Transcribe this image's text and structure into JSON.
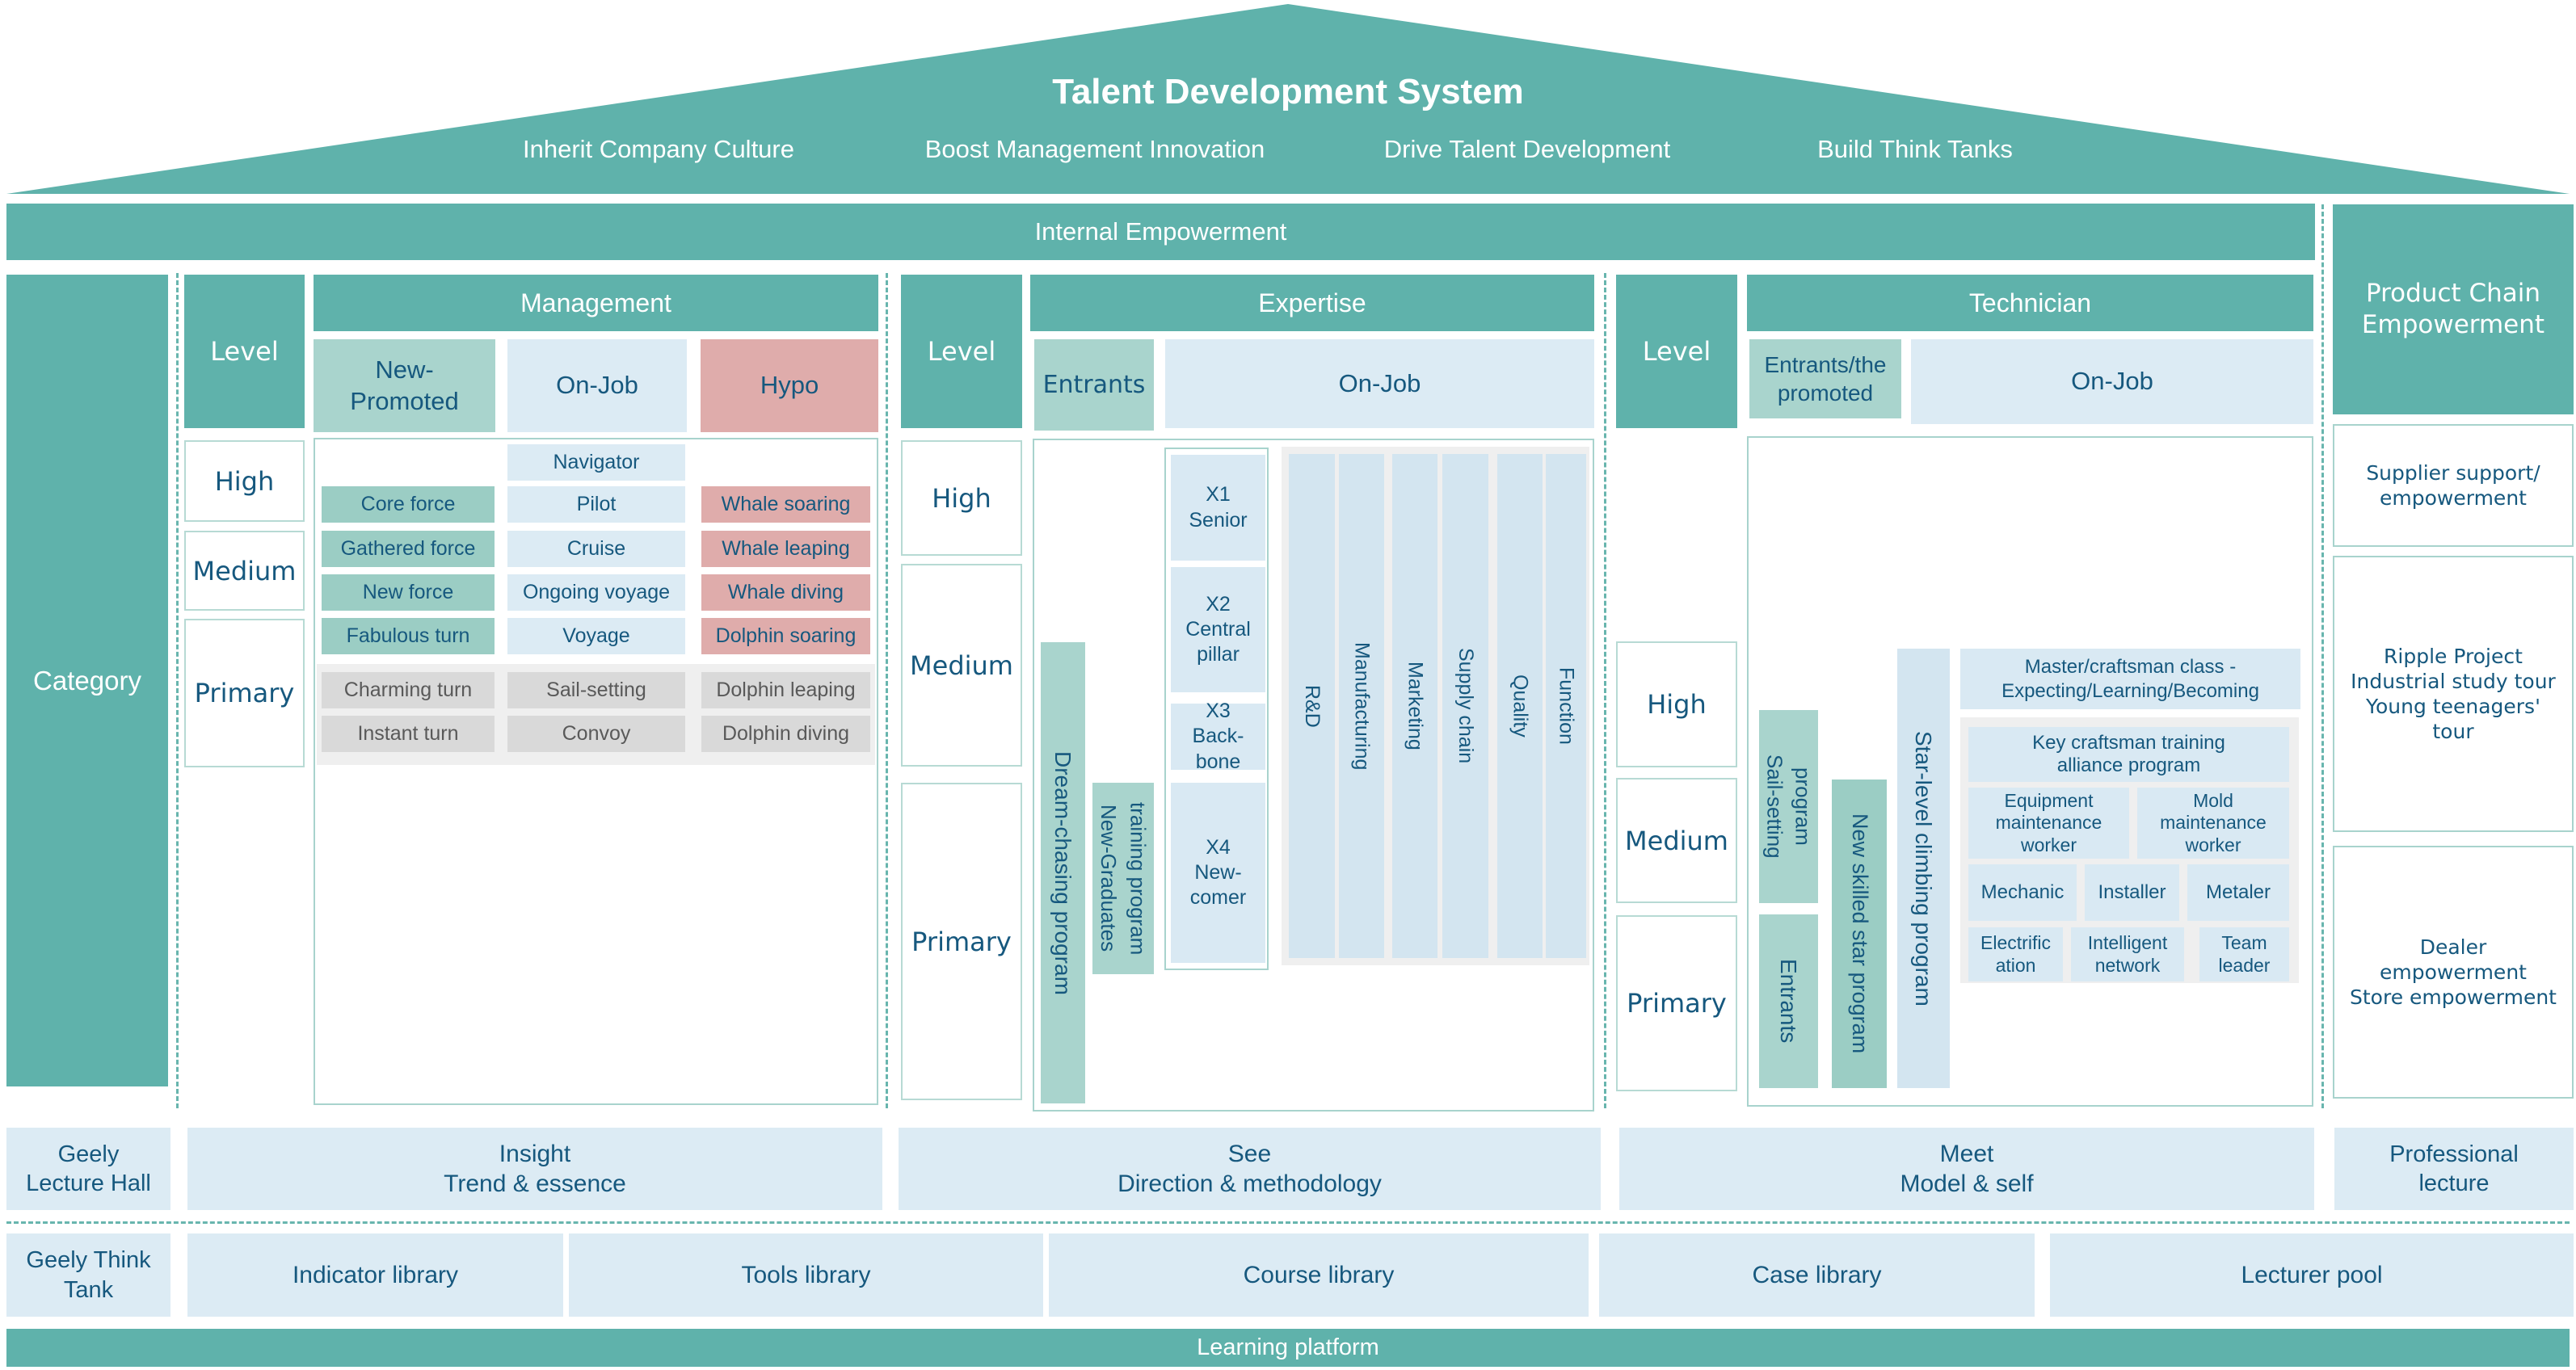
{
  "roof": {
    "title": "Talent Development System",
    "subtitles": [
      "Inherit Company Culture",
      "Boost Management Innovation",
      "Drive Talent Development",
      "Build Think Tanks"
    ]
  },
  "bars": {
    "internal": "Internal Empowerment",
    "platform": "Learning platform"
  },
  "category": "Category",
  "mgmt": {
    "header": "Management",
    "level": "Level",
    "high": "High",
    "medium": "Medium",
    "primary": "Primary",
    "np": "New-\nPromoted",
    "oj": "On-Job",
    "hypo": "Hypo",
    "navigator": "Navigator",
    "core": "Core force",
    "pilot": "Pilot",
    "whale_s": "Whale soaring",
    "gathered": "Gathered force",
    "cruise": "Cruise",
    "whale_l": "Whale leaping",
    "newf": "New force",
    "ongoing": "Ongoing voyage",
    "whale_d": "Whale diving",
    "fab": "Fabulous turn",
    "voyage": "Voyage",
    "dolph_s": "Dolphin soaring",
    "charm": "Charming turn",
    "sail": "Sail-setting",
    "dolph_l": "Dolphin leaping",
    "instant": "Instant turn",
    "convoy": "Convoy",
    "dolph_d": "Dolphin diving"
  },
  "exp": {
    "header": "Expertise",
    "level": "Level",
    "high": "High",
    "medium": "Medium",
    "primary": "Primary",
    "entrants": "Entrants",
    "oj": "On-Job",
    "dream": "Dream-chasing program",
    "newgrad": "New-Graduates\ntraining program",
    "x1": "X1\nSenior",
    "x2": "X2\nCentral\npillar",
    "x3": "X3\nBack-\nbone",
    "x4": "X4\nNew-\ncomer",
    "depts": [
      "R&D",
      "Manufacturing",
      "Marketing",
      "Supply chain",
      "Quality",
      "Function"
    ]
  },
  "tech": {
    "header": "Technician",
    "level": "Level",
    "high": "High",
    "medium": "Medium",
    "primary": "Primary",
    "entrants_sub": "Entrants/the\npromoted",
    "oj": "On-Job",
    "sail": "Sail-setting\nprogram",
    "entrants_bar": "Entrants",
    "newstar": "New skilled star program",
    "starlevel": "Star-level climbing program",
    "master": "Master/craftsman class -\nExpecting/Learning/Becoming",
    "key": "Key craftsman training\nalliance program",
    "equipment": "Equipment\nmaintenance\nworker",
    "mold": "Mold\nmaintenance\nworker",
    "mechanic": "Mechanic",
    "installer": "Installer",
    "metaler": "Metaler",
    "electrification": "Electrific\nation",
    "intelligent": "Intelligent\nnetwork",
    "teamleader": "Team\nleader"
  },
  "chain": {
    "header": "Product Chain\nEmpowerment",
    "supplier": "Supplier support/\nempowerment",
    "ripple": "Ripple Project\nIndustrial study tour\nYoung teenagers'\ntour",
    "dealer": "Dealer\nempowerment\nStore empowerment"
  },
  "footer": {
    "hall": "Geely\nLecture Hall",
    "insight": "Insight\nTrend & essence",
    "see": "See\nDirection & methodology",
    "meet": "Meet\nModel & self",
    "prof": "Professional\nlecture",
    "tank": "Geely Think\nTank",
    "indicator": "Indicator library",
    "tools": "Tools library",
    "course": "Course library",
    "cases": "Case library",
    "lecturer": "Lecturer pool"
  },
  "colors": {
    "teal": "#5fb2ab",
    "light_green": "#a9d4cd",
    "green": "#9bcdc4",
    "light_blue": "#dcebf4",
    "pale_blue": "#d3e5f0",
    "box_blue": "#d9e9f3",
    "pink": "#dfacab",
    "gray_bg": "#efefef",
    "gray_item": "#d9d9d9",
    "text_navy": "#16587e",
    "text_gray": "#595959",
    "border": "#a8d3cd"
  }
}
